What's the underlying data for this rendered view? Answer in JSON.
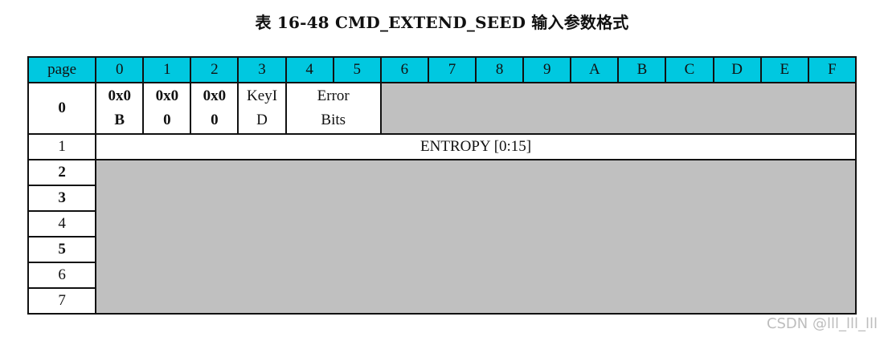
{
  "caption": "表 16-48 CMD_EXTEND_SEED 输入参数格式",
  "header": {
    "corner": "page",
    "cols": [
      "0",
      "1",
      "2",
      "3",
      "4",
      "5",
      "6",
      "7",
      "8",
      "9",
      "A",
      "B",
      "C",
      "D",
      "E",
      "F"
    ]
  },
  "rows": [
    {
      "page": "0",
      "cells": [
        {
          "text_line1": "0x0",
          "text_line2": "B"
        },
        {
          "text_line1": "0x0",
          "text_line2": "0"
        },
        {
          "text_line1": "0x0",
          "text_line2": "0"
        },
        {
          "text_line1": "KeyI",
          "text_line2": "D"
        },
        {
          "text_line1": "Error",
          "text_line2": "Bits"
        }
      ]
    },
    {
      "page": "1",
      "span_text": "ENTROPY [0:15]"
    },
    {
      "page": "2"
    },
    {
      "page": "3"
    },
    {
      "page": "4"
    },
    {
      "page": "5"
    },
    {
      "page": "6"
    },
    {
      "page": "7"
    }
  ],
  "colors": {
    "header_bg": "#00c8e0",
    "reserved_bg": "#c0c0c0",
    "border": "#111111"
  },
  "watermark": "CSDN @lll_lll_lll"
}
